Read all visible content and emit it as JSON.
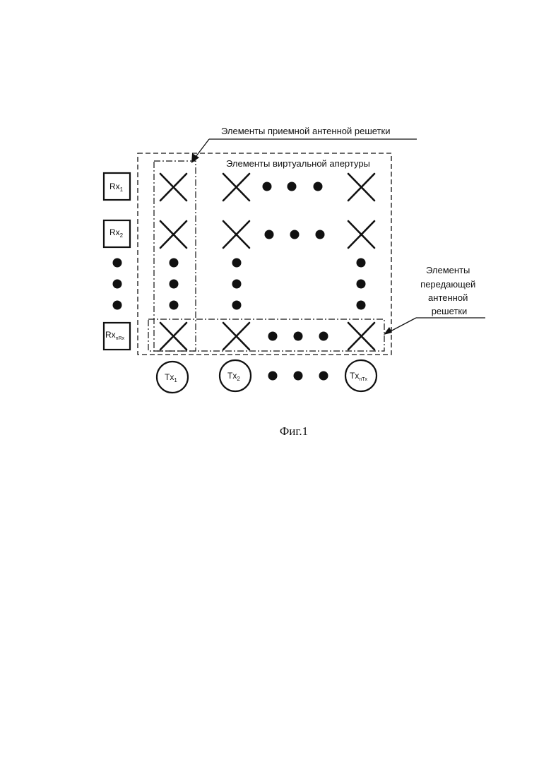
{
  "labels": {
    "receive_array": "Элементы приемной антенной решетки",
    "virtual_aperture": "Элементы виртуальной апертуры",
    "transmit_array": [
      "Элементы",
      "передающей",
      "антенной",
      "решетки"
    ]
  },
  "receivers": [
    {
      "base": "Rx",
      "sub": "1"
    },
    {
      "base": "Rx",
      "sub": "2"
    },
    {
      "base": "Rx",
      "sub": "nRx"
    }
  ],
  "transmitters": [
    {
      "base": "Tx",
      "sub": "1"
    },
    {
      "base": "Tx",
      "sub": "2"
    },
    {
      "base": "Tx",
      "sub": "nTx"
    }
  ],
  "caption": "Фиг.1",
  "colors": {
    "ink": "#111111",
    "background": "#ffffff"
  }
}
